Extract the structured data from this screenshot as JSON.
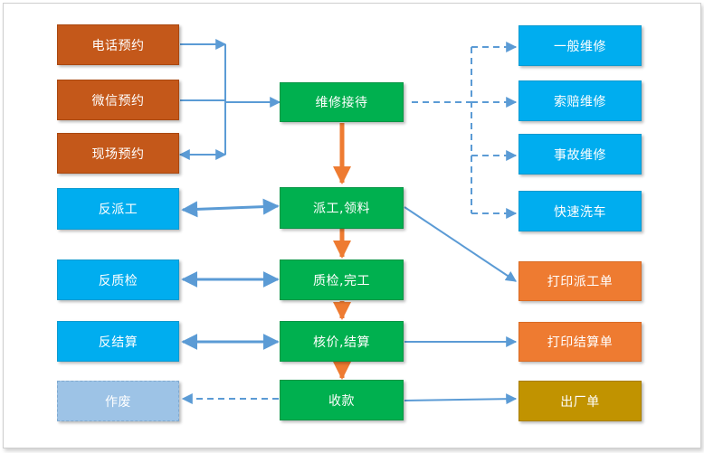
{
  "nodes": {
    "phone": "电话预约",
    "wechat": "微信预约",
    "onsite": "现场预约",
    "reception": "维修接待",
    "general": "一般维修",
    "claim": "索赔维修",
    "accident": "事故维修",
    "wash": "快速洗车",
    "dispatch": "派工,领料",
    "undispatch": "反派工",
    "print_dispatch": "打印派工单",
    "qc": "质检,完工",
    "unqc": "反质检",
    "settle": "核价,结算",
    "unsettle": "反结算",
    "print_settle": "打印结算单",
    "payment": "收款",
    "void": "作废",
    "exit": "出厂单"
  },
  "colors": {
    "booking": "#c4581a",
    "service": "#00adef",
    "process": "#00b04f",
    "print": "#ee7b31",
    "exit": "#c19300",
    "void": "#9dc3e6",
    "connector": "#5b9bd5",
    "flow_arrow": "#ee7b31"
  }
}
